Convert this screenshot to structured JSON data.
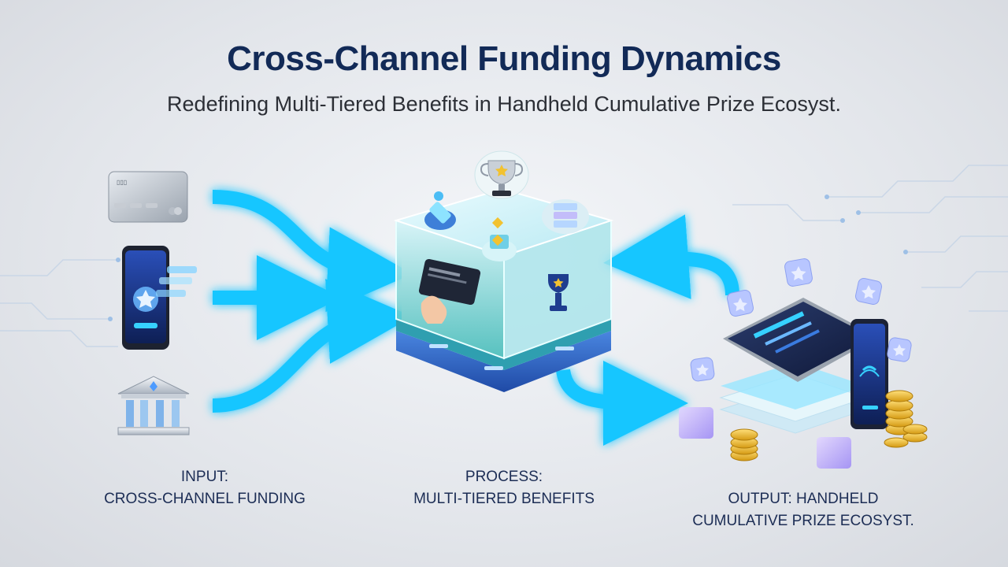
{
  "header": {
    "title": "Cross-Channel Funding Dynamics",
    "subtitle": "Redefining Multi-Tiered Benefits in Handheld Cumulative Prize Ecosyst."
  },
  "sections": {
    "input": {
      "line1": "INPUT:",
      "line2": "CROSS-CHANNEL FUNDING"
    },
    "process": {
      "line1": "PROCESS:",
      "line2": "MULTI-TIERED BENEFITS"
    },
    "output": {
      "line1": "OUTPUT: HANDHELD",
      "line2": "CUMULATIVE PRIZE ECOSYST."
    }
  },
  "icons": {
    "input_sources": [
      "credit-card-icon",
      "smartphone-payment-icon",
      "bank-icon"
    ],
    "process_hub": [
      "trophy-icon",
      "star-coin-icon",
      "stacked-layers-icon",
      "payment-card-in-hand-icon"
    ],
    "output_items": [
      "tablet-icon",
      "phone-icon",
      "star-badge-icon",
      "gift-box-icon",
      "coin-stack-icon"
    ]
  },
  "colors": {
    "title": "#122a57",
    "flow_arrow": "#18c6ff",
    "hub_glass": "#bfeef5",
    "hub_base": "#2f64c8",
    "coin": "#f2c230"
  }
}
